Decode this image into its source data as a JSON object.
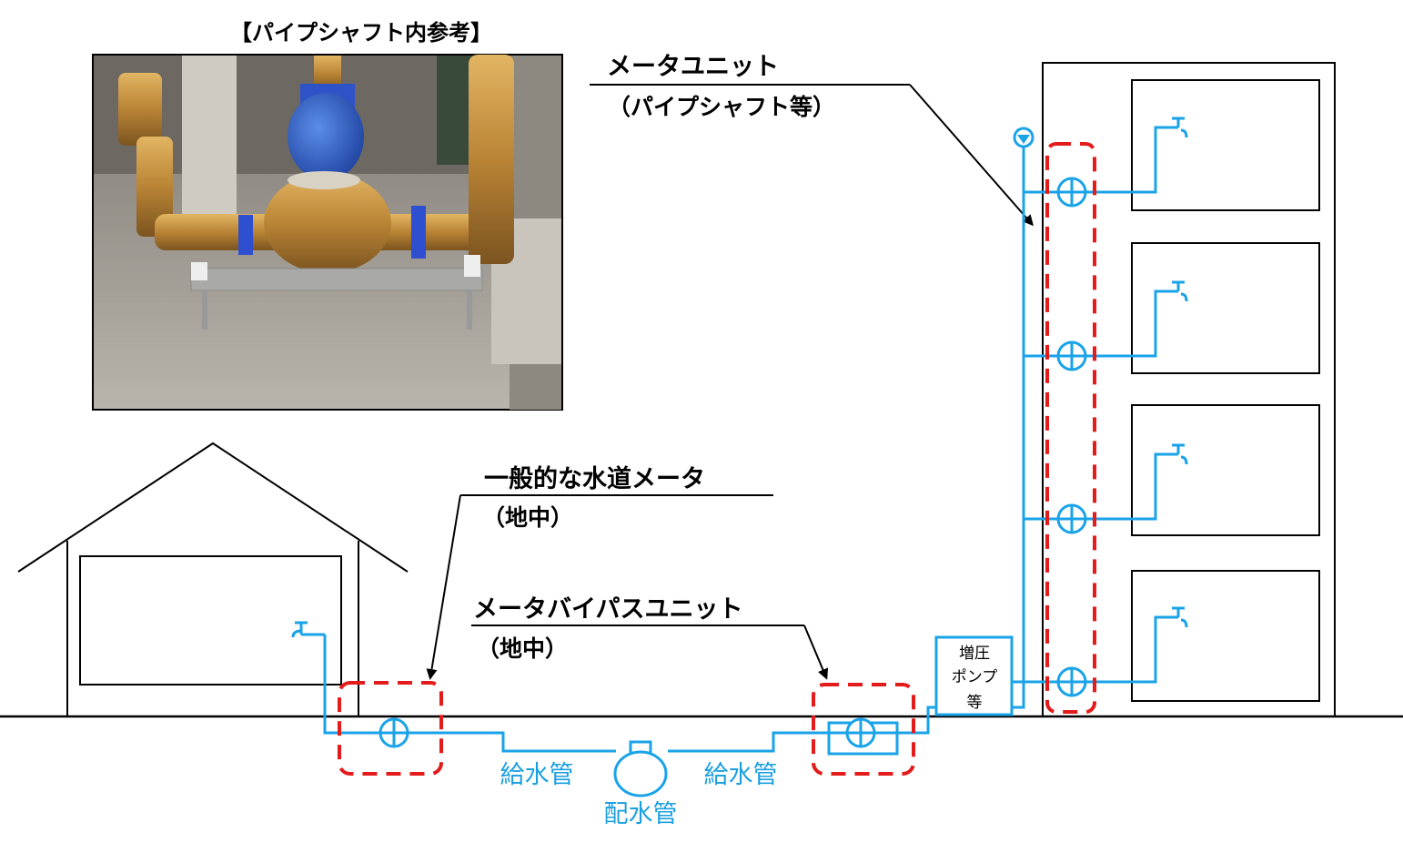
{
  "photo": {
    "title": "【パイプシャフト内参考】"
  },
  "labels": {
    "meter_unit_line1": "メータユニット",
    "meter_unit_line2": "（パイプシャフト等）",
    "general_meter_line1": "一般的な水道メータ",
    "general_meter_line2": "（地中）",
    "bypass_unit_line1": "メータバイパスユニット",
    "bypass_unit_line2": "（地中）",
    "pump_line1": "増圧",
    "pump_line2": "ポンプ",
    "pump_line3": "等",
    "supply_pipe_left": "給水管",
    "supply_pipe_right": "給水管",
    "distribution_pipe": "配水管"
  },
  "colors": {
    "pipe": "#1aa3e8",
    "highlight": "#e31b1b",
    "line": "#000000"
  }
}
